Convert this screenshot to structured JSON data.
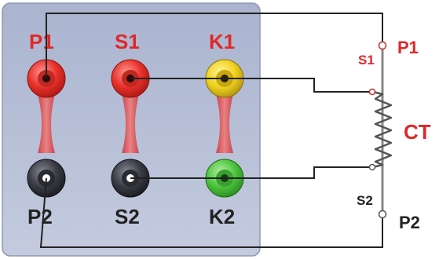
{
  "panel": {
    "terminals_top": [
      {
        "label": "P1",
        "color": "#e8302a",
        "label_color": "#e02828"
      },
      {
        "label": "S1",
        "color": "#e8302a",
        "label_color": "#e02828"
      },
      {
        "label": "K1",
        "color": "#f0d21e",
        "label_color": "#e02828"
      }
    ],
    "terminals_bottom": [
      {
        "label": "P2",
        "color": "#3a3a44",
        "label_color": "#222222"
      },
      {
        "label": "S2",
        "color": "#3a3a44",
        "label_color": "#222222"
      },
      {
        "label": "K2",
        "color": "#4cc43c",
        "label_color": "#222222"
      }
    ]
  },
  "ct": {
    "primary_top_label": "P1",
    "primary_bottom_label": "P2",
    "secondary_top_label": "S1",
    "secondary_bottom_label": "S2",
    "name": "CT",
    "name_color": "#e02828"
  }
}
